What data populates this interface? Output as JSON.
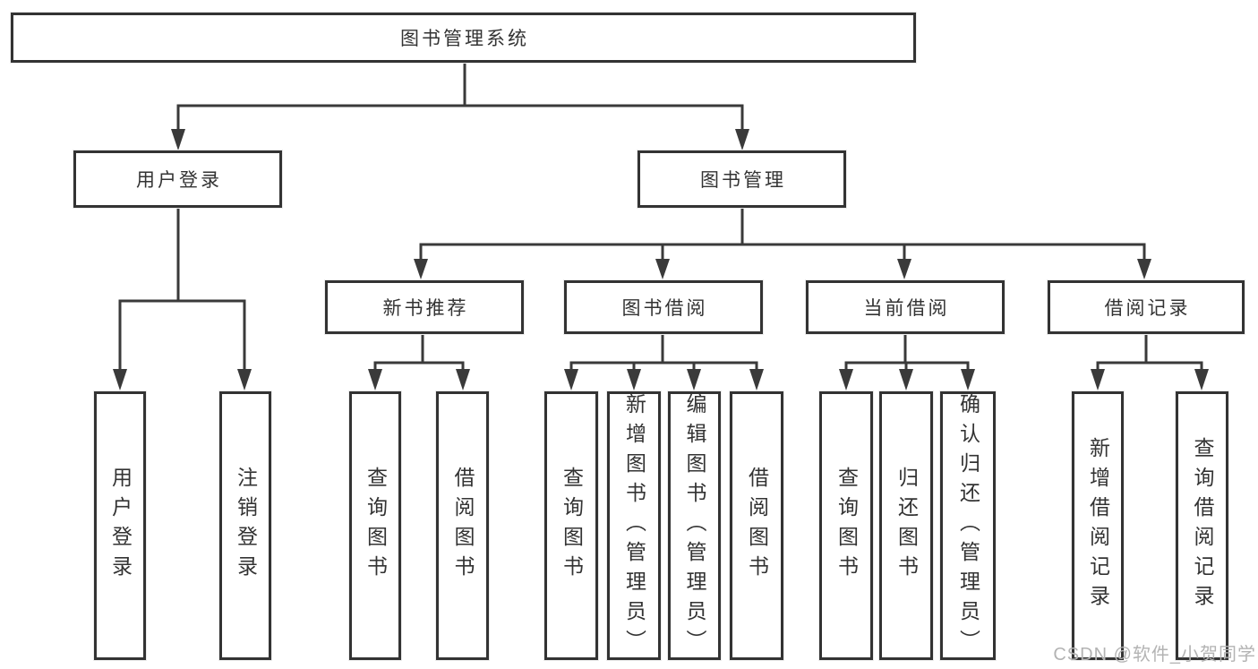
{
  "diagram": {
    "root": {
      "label": "图书管理系统"
    },
    "branches": {
      "user_login": {
        "label": "用户登录",
        "children": {
          "login": {
            "label": "用户登录"
          },
          "logout": {
            "label": "注销登录"
          }
        }
      },
      "book_management": {
        "label": "图书管理",
        "children": {
          "new_book_recommend": {
            "label": "新书推荐",
            "children": {
              "query_books": {
                "label": "查询图书"
              },
              "borrow_books": {
                "label": "借阅图书"
              }
            }
          },
          "book_borrowing": {
            "label": "图书借阅",
            "children": {
              "query_books": {
                "label": "查询图书"
              },
              "add_books_admin": {
                "label": "新增图书（管理员）"
              },
              "edit_books_admin": {
                "label": "编辑图书（管理员）"
              },
              "borrow_books": {
                "label": "借阅图书"
              }
            }
          },
          "current_borrowing": {
            "label": "当前借阅",
            "children": {
              "query_books": {
                "label": "查询图书"
              },
              "return_books": {
                "label": "归还图书"
              },
              "confirm_return_admin": {
                "label": "确认归还（管理员）"
              }
            }
          },
          "borrowing_records": {
            "label": "借阅记录",
            "children": {
              "add_borrow_record": {
                "label": "新增借阅记录"
              },
              "query_borrow_record": {
                "label": "查询借阅记录"
              }
            }
          }
        }
      }
    }
  },
  "watermark": {
    "text": "CSDN @软件_小贺同学"
  },
  "colors": {
    "line": "#3a3a3a",
    "box_border": "#333333",
    "text": "#333333",
    "watermark": "#b3b3b3",
    "background": "#ffffff"
  }
}
